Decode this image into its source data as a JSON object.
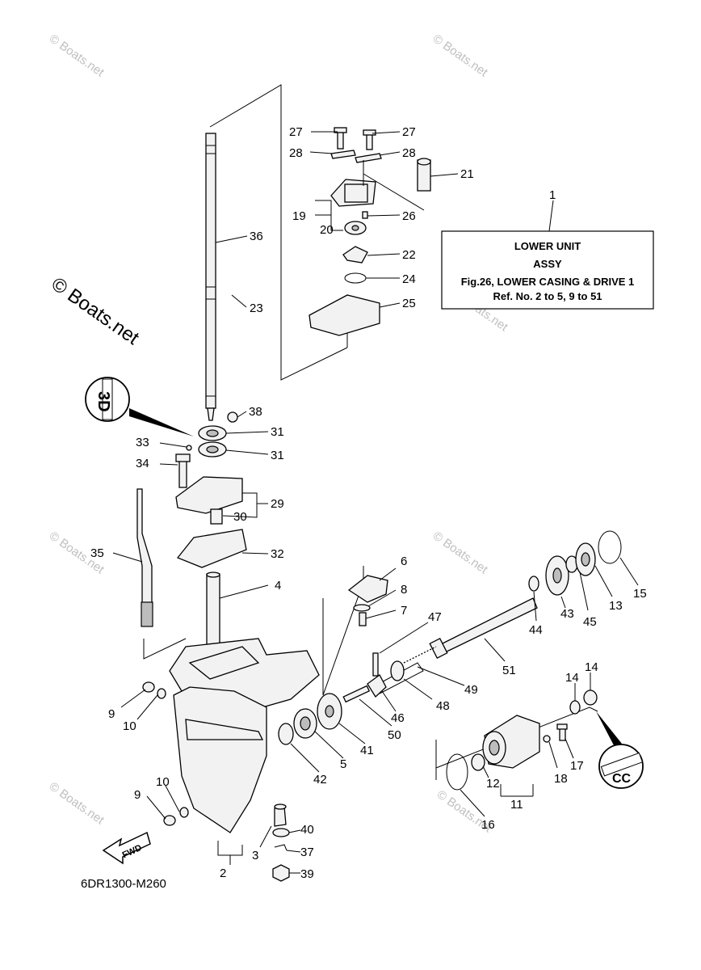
{
  "code": "6DR1300-M260",
  "watermark": "© Boats.net",
  "assy_box": {
    "number": "1",
    "line1": "LOWER UNIT",
    "line2": "ASSY",
    "line3": "Fig.26, LOWER CASING & DRIVE 1",
    "line4": "Ref. No. 2 to 5, 9 to 51"
  },
  "fwd_label": "FWD",
  "callout_a": "3D",
  "callout_b": "CC",
  "part_labels": {
    "p27a": "27",
    "p27b": "27",
    "p28a": "28",
    "p28b": "28",
    "p21": "21",
    "p19": "19",
    "p26": "26",
    "p20": "20",
    "p22": "22",
    "p24": "24",
    "p25": "25",
    "p36": "36",
    "p23": "23",
    "p38": "38",
    "p31a": "31",
    "p31b": "31",
    "p33": "33",
    "p34": "34",
    "p29": "29",
    "p30": "30",
    "p35": "35",
    "p32": "32",
    "p4": "4",
    "p6": "6",
    "p8": "8",
    "p7": "7",
    "p47": "47",
    "p51": "51",
    "p44": "44",
    "p43": "43",
    "p45": "45",
    "p13": "13",
    "p15": "15",
    "p49": "49",
    "p48": "48",
    "p46": "46",
    "p50": "50",
    "p41": "41",
    "p5": "5",
    "p42": "42",
    "p9a": "9",
    "p10a": "10",
    "p9b": "9",
    "p10b": "10",
    "p40": "40",
    "p37": "37",
    "p39": "39",
    "p3": "3",
    "p2": "2",
    "p14a": "14",
    "p14b": "14",
    "p17": "17",
    "p18": "18",
    "p12": "12",
    "p11": "11",
    "p16": "16"
  }
}
